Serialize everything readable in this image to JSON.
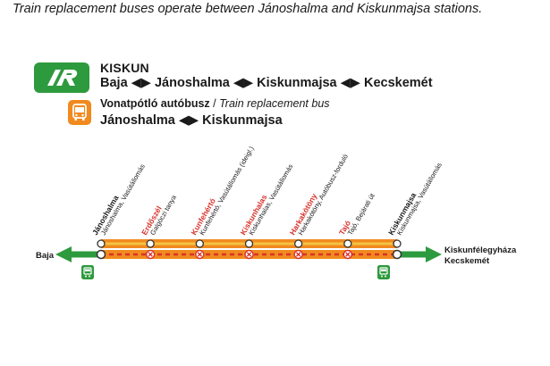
{
  "notice": "Train replacement buses operate between Jánoshalma and Kiskunmajsa stations.",
  "service": {
    "name": "KISKUN",
    "train_route": "Baja ◀▶ Jánoshalma ◀▶ Kiskunmajsa ◀▶ Kecskemét",
    "bus_title_hu": "Vonatpótló autóbusz",
    "bus_title_sep": " / ",
    "bus_title_en": "Train replacement bus",
    "bus_route": "Jánoshalma ◀▶ Kiskunmajsa"
  },
  "colors": {
    "train": "#2e9a3e",
    "bus": "#f18a1f",
    "closed": "#d7322b",
    "line": "#f5c242",
    "text": "#1a1a1a"
  },
  "icons": {
    "train_logo": "mav-logo-icon",
    "bus": "bus-icon",
    "closed_stop": "closed-stop-icon",
    "replacement_stop": "bus-stop-icon"
  },
  "ends": {
    "left": "Baja",
    "right_line1": "Kiskunfélegyháza",
    "right_line2": "Kecskemét"
  },
  "stations": [
    {
      "name": "Jánoshalma",
      "stop": "Jánoshalma, Vasútállomás",
      "status": "open"
    },
    {
      "name": "Erdőszél",
      "stop": "Galgóczi tanya",
      "status": "closed"
    },
    {
      "name": "Kunfehértó",
      "stop": "Kunfehértó, Vasútállomás (ideigl.)",
      "status": "closed"
    },
    {
      "name": "Kiskunhalas",
      "stop": "Kiskunhalas, Vasútállomás",
      "status": "closed"
    },
    {
      "name": "Harkakötöny",
      "stop": "Harkakötöny, Autóbusz-forduló",
      "status": "closed"
    },
    {
      "name": "Tajó",
      "stop": "Tajó, Bejárati út",
      "status": "closed"
    },
    {
      "name": "Kiskunmajsa",
      "stop": "Kiskunmajsa, Vasútállomás",
      "status": "open"
    }
  ]
}
